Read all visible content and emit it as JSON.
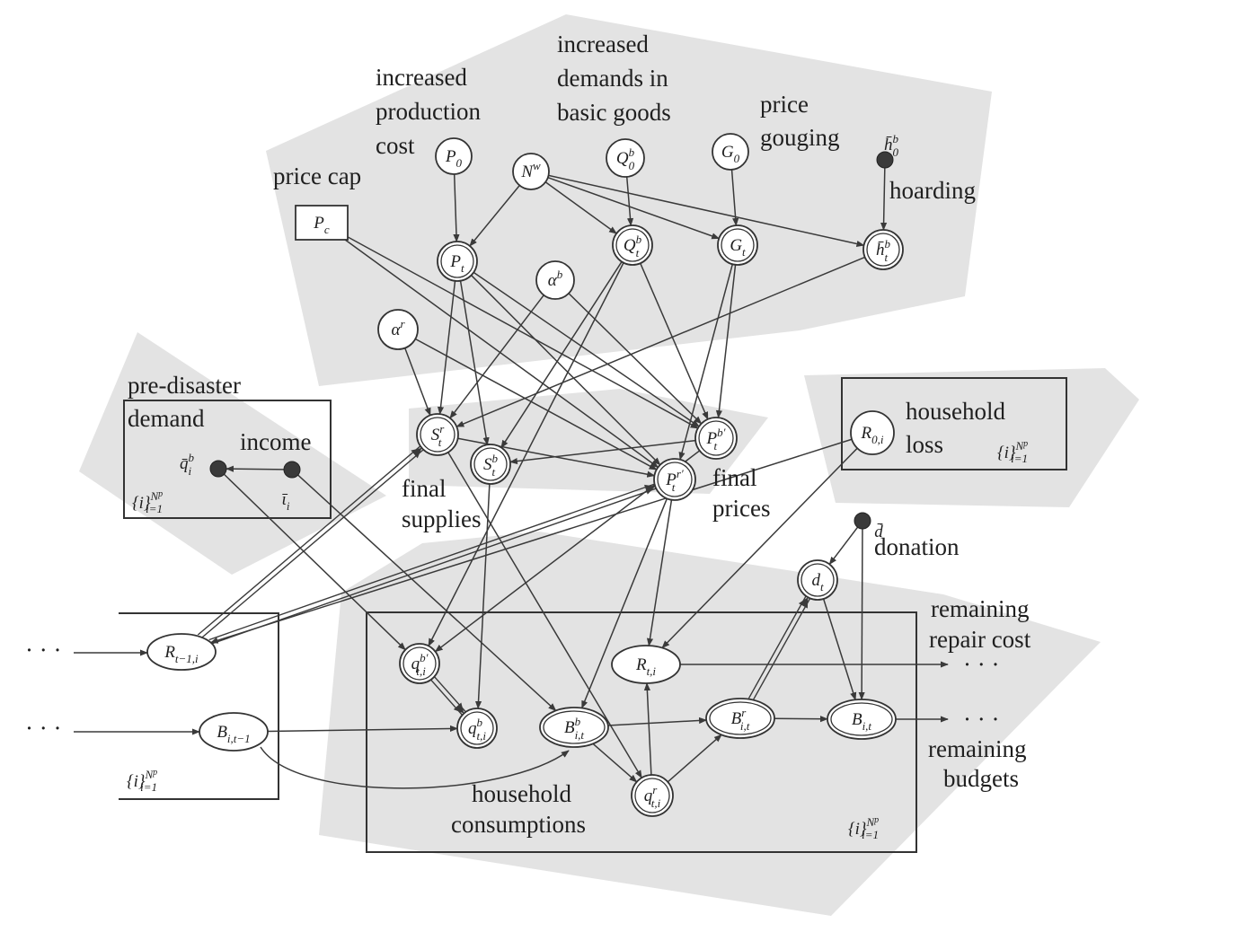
{
  "labels": {
    "increased_production_cost": [
      "increased",
      "production",
      "cost"
    ],
    "increased_demands": [
      "increased",
      "demands in",
      "basic goods"
    ],
    "price_gouging": [
      "price",
      "gouging"
    ],
    "hoarding": "hoarding",
    "price_cap": "price cap",
    "pre_disaster_demand": [
      "pre-disaster",
      "demand"
    ],
    "income": "income",
    "household_loss": [
      "household",
      "loss"
    ],
    "final_supplies": [
      "final",
      "supplies"
    ],
    "final_prices": [
      "final",
      "prices"
    ],
    "donation": "donation",
    "remaining_repair_cost": [
      "remaining",
      "repair cost"
    ],
    "remaining_budgets": [
      "remaining",
      "budgets"
    ],
    "household_consumptions": [
      "household",
      "consumptions"
    ],
    "ellipsis": "· · ·",
    "ellipsis_right": "· · ·"
  },
  "plate_label": {
    "base": "{i}",
    "sub": "i=1",
    "sup": "N",
    "supsup": "p"
  },
  "nodes": {
    "P0": {
      "base": "P",
      "sub": "0"
    },
    "Nw": {
      "base": "N",
      "sup": "w"
    },
    "Q0b": {
      "base": "Q",
      "sub": "0",
      "sup": "b"
    },
    "G0": {
      "base": "G",
      "sub": "0"
    },
    "h0b": {
      "base": "h̄",
      "sub": "0",
      "sup": "b"
    },
    "Pc": {
      "base": "P",
      "sub": "c"
    },
    "Pt": {
      "base": "P",
      "sub": "t"
    },
    "Qtb": {
      "base": "Q",
      "sub": "t",
      "sup": "b"
    },
    "Gt": {
      "base": "G",
      "sub": "t"
    },
    "htb": {
      "base": "h̄",
      "sub": "t",
      "sup": "b"
    },
    "alphab": {
      "base": "α",
      "sup": "b"
    },
    "alphar": {
      "base": "α",
      "sup": "r"
    },
    "qib": {
      "base": "q̄",
      "sub": "i",
      "sup": "b"
    },
    "iota": {
      "base": "ῑ",
      "sub": "i"
    },
    "Str": {
      "base": "S",
      "sub": "t",
      "sup": "r"
    },
    "Stb": {
      "base": "S",
      "sub": "t",
      "sup": "b"
    },
    "Ptbp": {
      "base": "P",
      "sub": "t",
      "sup": "b′"
    },
    "Ptrp": {
      "base": "P",
      "sub": "t",
      "sup": "r′"
    },
    "R0i": {
      "base": "R",
      "sub": "0,i"
    },
    "dbar": {
      "base": "d̄"
    },
    "dt": {
      "base": "d",
      "sub": "t"
    },
    "Rt1i": {
      "base": "R",
      "sub": "t−1,i"
    },
    "Bit1": {
      "base": "B",
      "sub": "i,t−1"
    },
    "qtibp": {
      "base": "q",
      "sub": "t,i",
      "sup": "b′"
    },
    "qtib": {
      "base": "q",
      "sub": "t,i",
      "sup": "b"
    },
    "Bitb": {
      "base": "B",
      "sub": "i,t",
      "sup": "b"
    },
    "Rti": {
      "base": "R",
      "sub": "t,i"
    },
    "Bitr": {
      "base": "B",
      "sub": "i,t",
      "sup": "r"
    },
    "Bit": {
      "base": "B",
      "sub": "i,t"
    },
    "qtir": {
      "base": "q",
      "sub": "t,i",
      "sup": "r"
    }
  }
}
